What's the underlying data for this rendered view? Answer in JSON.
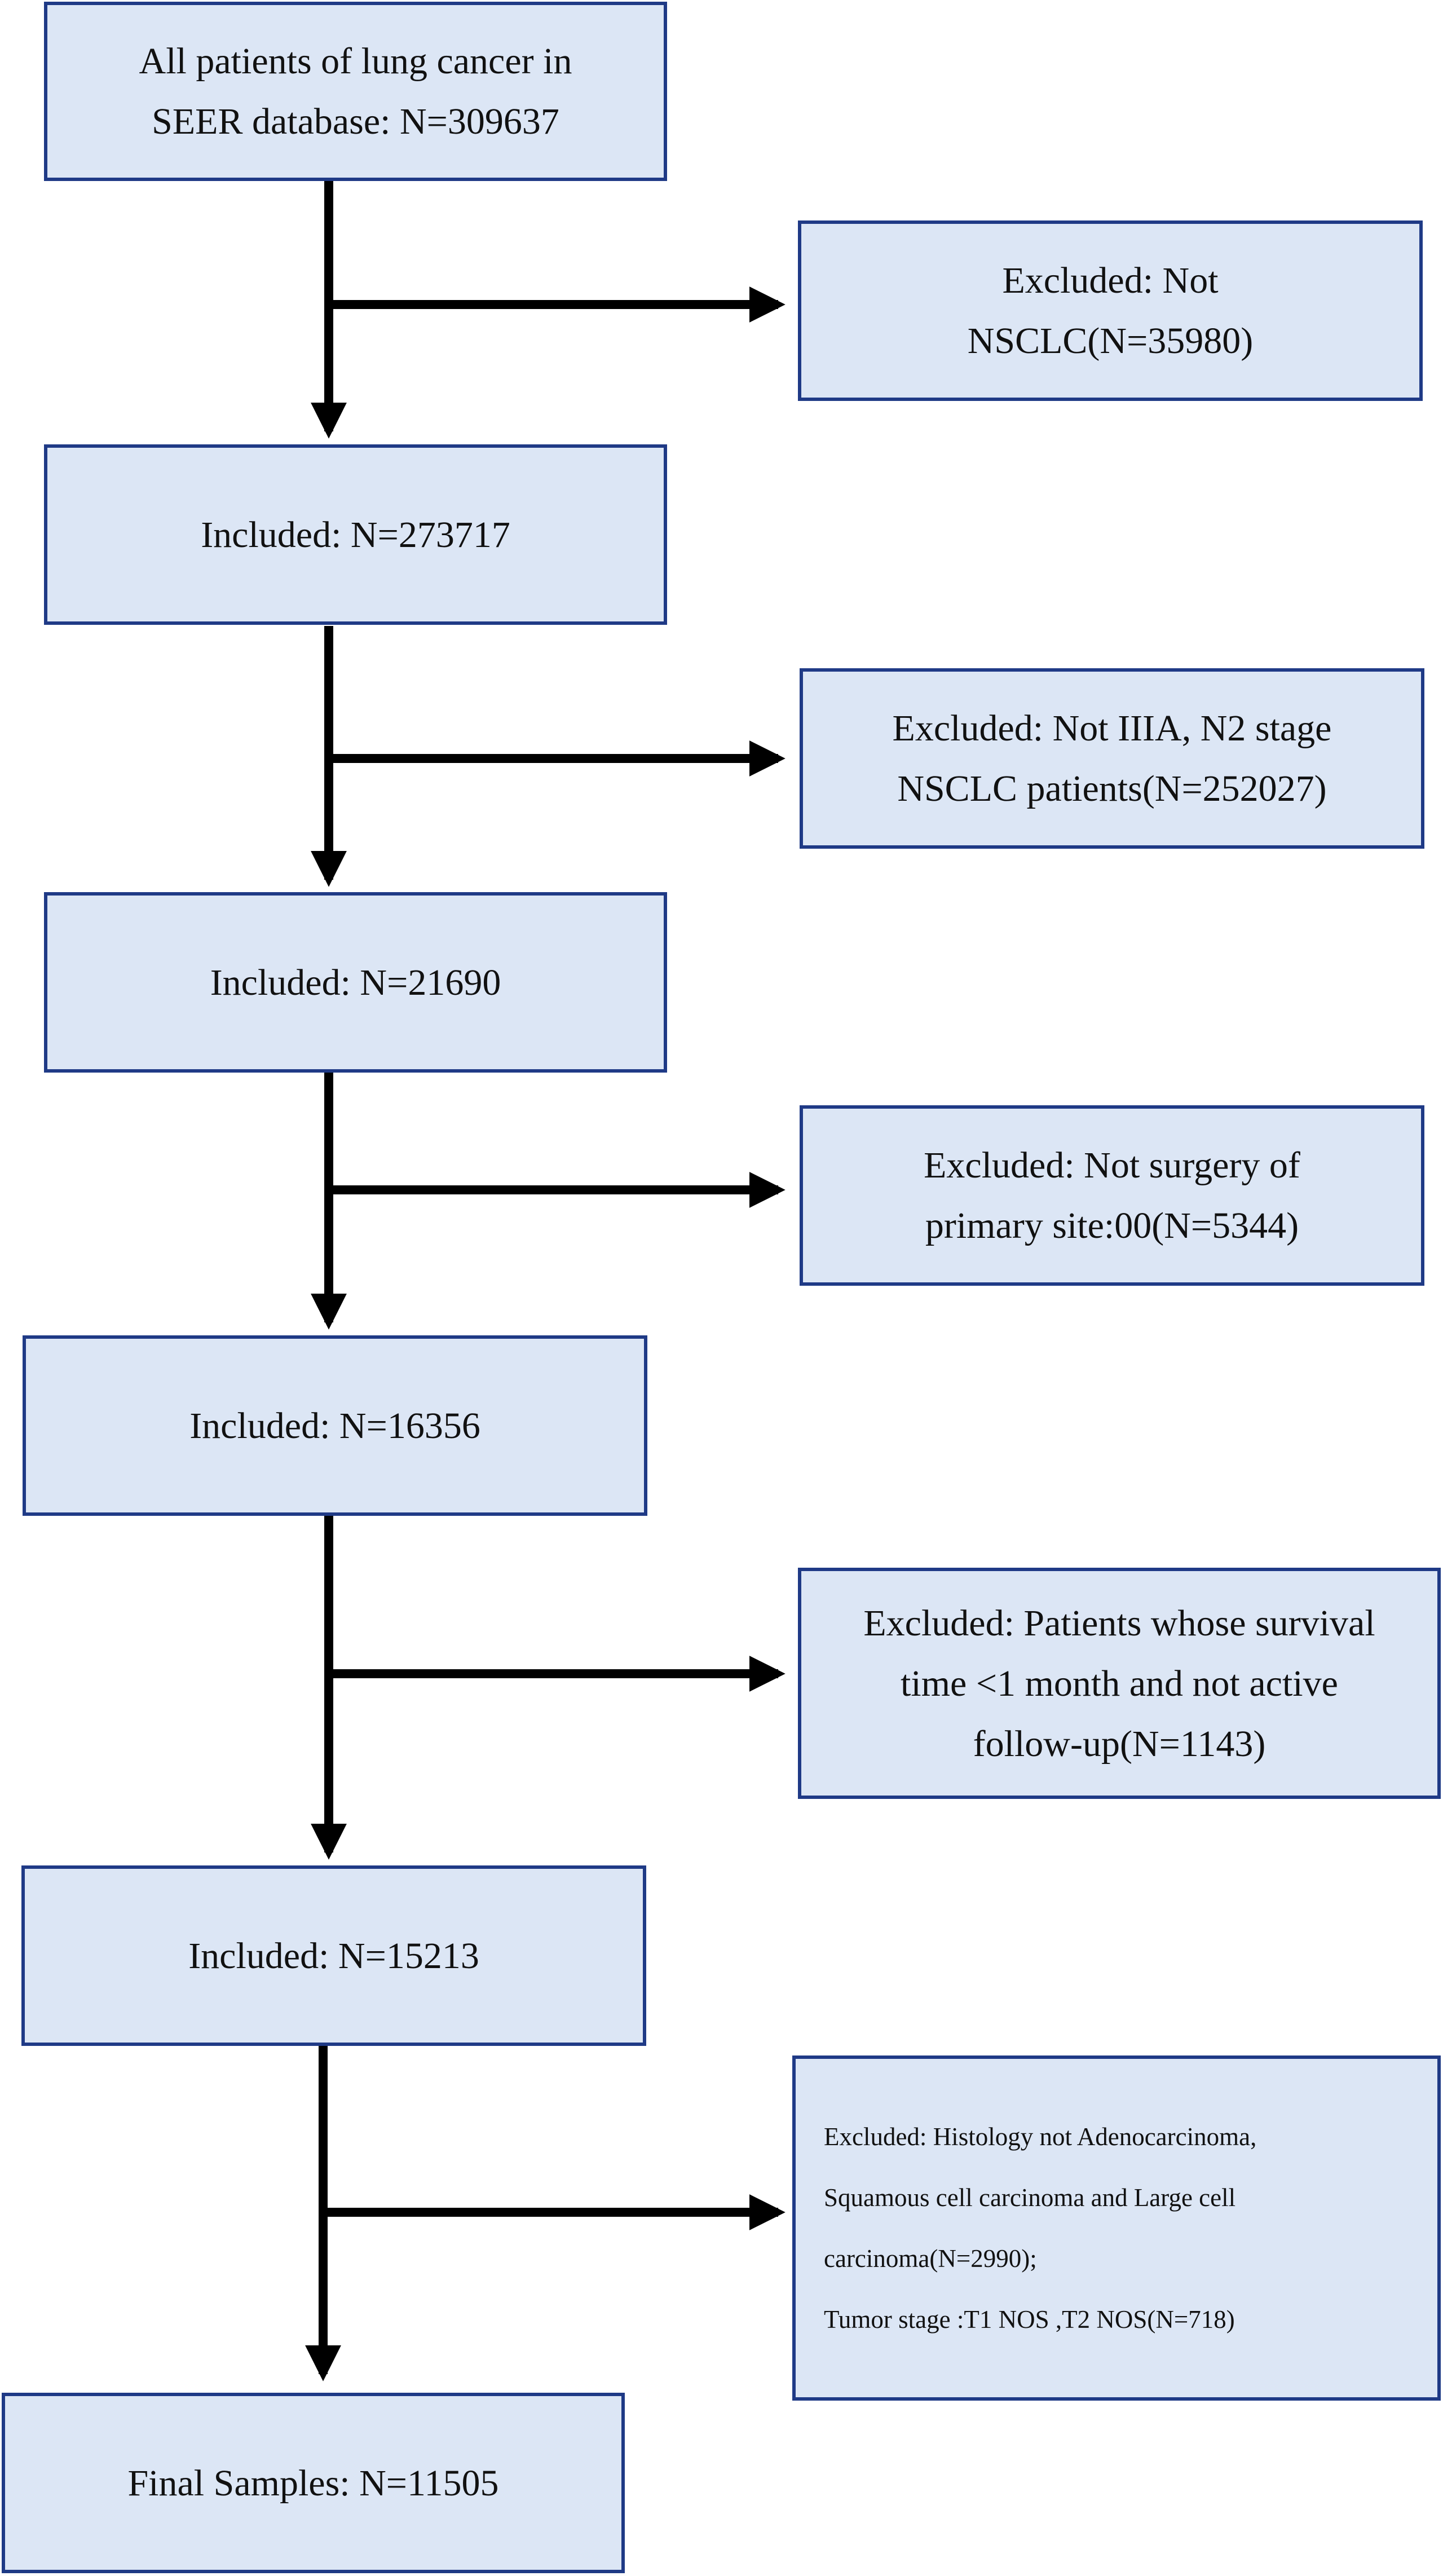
{
  "flowchart": {
    "main_boxes": [
      {
        "id": "all",
        "lines": [
          "All patients of lung cancer in",
          "SEER database: N=309637"
        ]
      },
      {
        "id": "inc1",
        "lines": [
          "Included: N=273717"
        ]
      },
      {
        "id": "inc2",
        "lines": [
          "Included: N=21690"
        ]
      },
      {
        "id": "inc3",
        "lines": [
          "Included: N=16356"
        ]
      },
      {
        "id": "inc4",
        "lines": [
          "Included: N=15213"
        ]
      },
      {
        "id": "final",
        "lines": [
          "Final Samples: N=11505"
        ]
      }
    ],
    "exclusion_boxes": [
      {
        "id": "exc1",
        "lines": [
          "Excluded: Not",
          "NSCLC(N=35980)"
        ]
      },
      {
        "id": "exc2",
        "lines": [
          "Excluded: Not IIIA, N2 stage",
          "NSCLC patients(N=252027)"
        ]
      },
      {
        "id": "exc3",
        "lines": [
          "Excluded: Not surgery of",
          "primary site:00(N=5344)"
        ]
      },
      {
        "id": "exc4",
        "lines": [
          "Excluded: Patients whose survival",
          "time <1 month and not active",
          "follow-up(N=1143)"
        ]
      },
      {
        "id": "exc5",
        "lines": [
          "Excluded: Histology not Adenocarcinoma,",
          "Squamous cell carcinoma and Large cell",
          "carcinoma(N=2990);",
          "Tumor stage :T1 NOS ,T2 NOS(N=718)"
        ]
      }
    ],
    "colors": {
      "box_fill": "#dce6f5",
      "box_border": "#1f3a86",
      "arrow": "#000000"
    }
  }
}
